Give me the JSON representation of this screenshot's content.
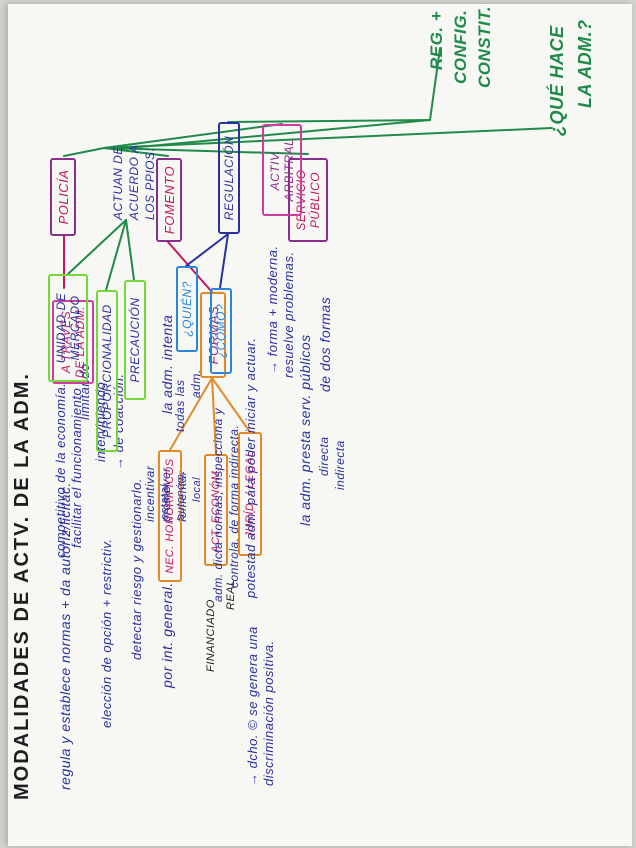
{
  "colors": {
    "paper": "#f7f7f4",
    "black": "#1e1e1e",
    "green": "#1f8a4a",
    "purple": "#8a2f8f",
    "red": "#c4185e",
    "orange": "#e08a2a",
    "navy": "#2b2fa0",
    "blue": "#2b86d9",
    "lime": "#76d63b",
    "magenta": "#cf3ca0"
  },
  "title": "MODALIDADES DE ACTV. DE LA ADM.",
  "question": {
    "line1": "¿QUÉ HACE",
    "line2": "LA ADM.?"
  },
  "reg": {
    "line1": "REG. +",
    "line2": "CONFIG.",
    "line3": "CONSTIT."
  },
  "policia": {
    "label": "POLICÍA",
    "desc": "regula y establece normas + da autoriz/licitac.",
    "limitando": "limitando",
    "interviniendo": "interviniendo",
    "coaccion": "→ de coacción.",
    "atraves": {
      "l1": "A TRAVÉS",
      "l2": "DE LA ADM."
    }
  },
  "fomento": {
    "label": "FOMENTO",
    "desc": "la adm. intenta",
    "options": [
      "incentivar",
      "promover",
      "fomentar"
    ],
    "tail": "por int. general.",
    "formas": "FORMAS",
    "nec": "NEC. HONORÍFICOS",
    "actecon": "ACT. ECONÓM.",
    "jurid": "JURÍD. / LEGAL",
    "real": "REAL",
    "financiado": "FINANCIADO",
    "dcho": "→ dcho. © se genera una",
    "discr": "discriminación positiva."
  },
  "servicio": {
    "label": {
      "l1": "SERVICIO",
      "l2": "PÚBLICO"
    },
    "desc": "la adm. presta serv. públicos",
    "formas": "de dos formas",
    "directa": "directa",
    "indirecta": "indirecta"
  },
  "arbitral": {
    "label": {
      "l1": "ACTIV.",
      "l2": "ARBITRAL"
    },
    "desc": "→ forma + moderna.",
    "resuelve": "resuelve problemas."
  },
  "regulacion": {
    "label": "REGULACIÓN",
    "potestad": "potestad adm. para poder iniciar y actuar.",
    "quien": "¿QUIÉN?",
    "quien_desc": "todas las",
    "quien_desc2": "adm.",
    "estatal": "estatal",
    "autonom": "autonóm.",
    "local": "local",
    "como": "¿CÓMO?",
    "como_desc": "adm. dicta normas, inspecciona y",
    "como_desc2": "controla. de forma indirecta."
  },
  "actuan": {
    "label": {
      "l1": "ACTUAN DE",
      "l2": "ACUERDO A",
      "l3": "LOS PPIOS:"
    },
    "unidad": {
      "l1": "UNIDAD DE",
      "l2": "MERCADO"
    },
    "unidad_desc": "facilitar el funcionamiento",
    "unidad_desc2": "competitivo de la economía.",
    "proporc": "PROPORCIONALIDAD",
    "proporc_desc": "elección de opción + restrictiv.",
    "precaucion": "PRECAUCIÓN",
    "precaucion_desc": "detectar riesgo y gestionarlo."
  }
}
